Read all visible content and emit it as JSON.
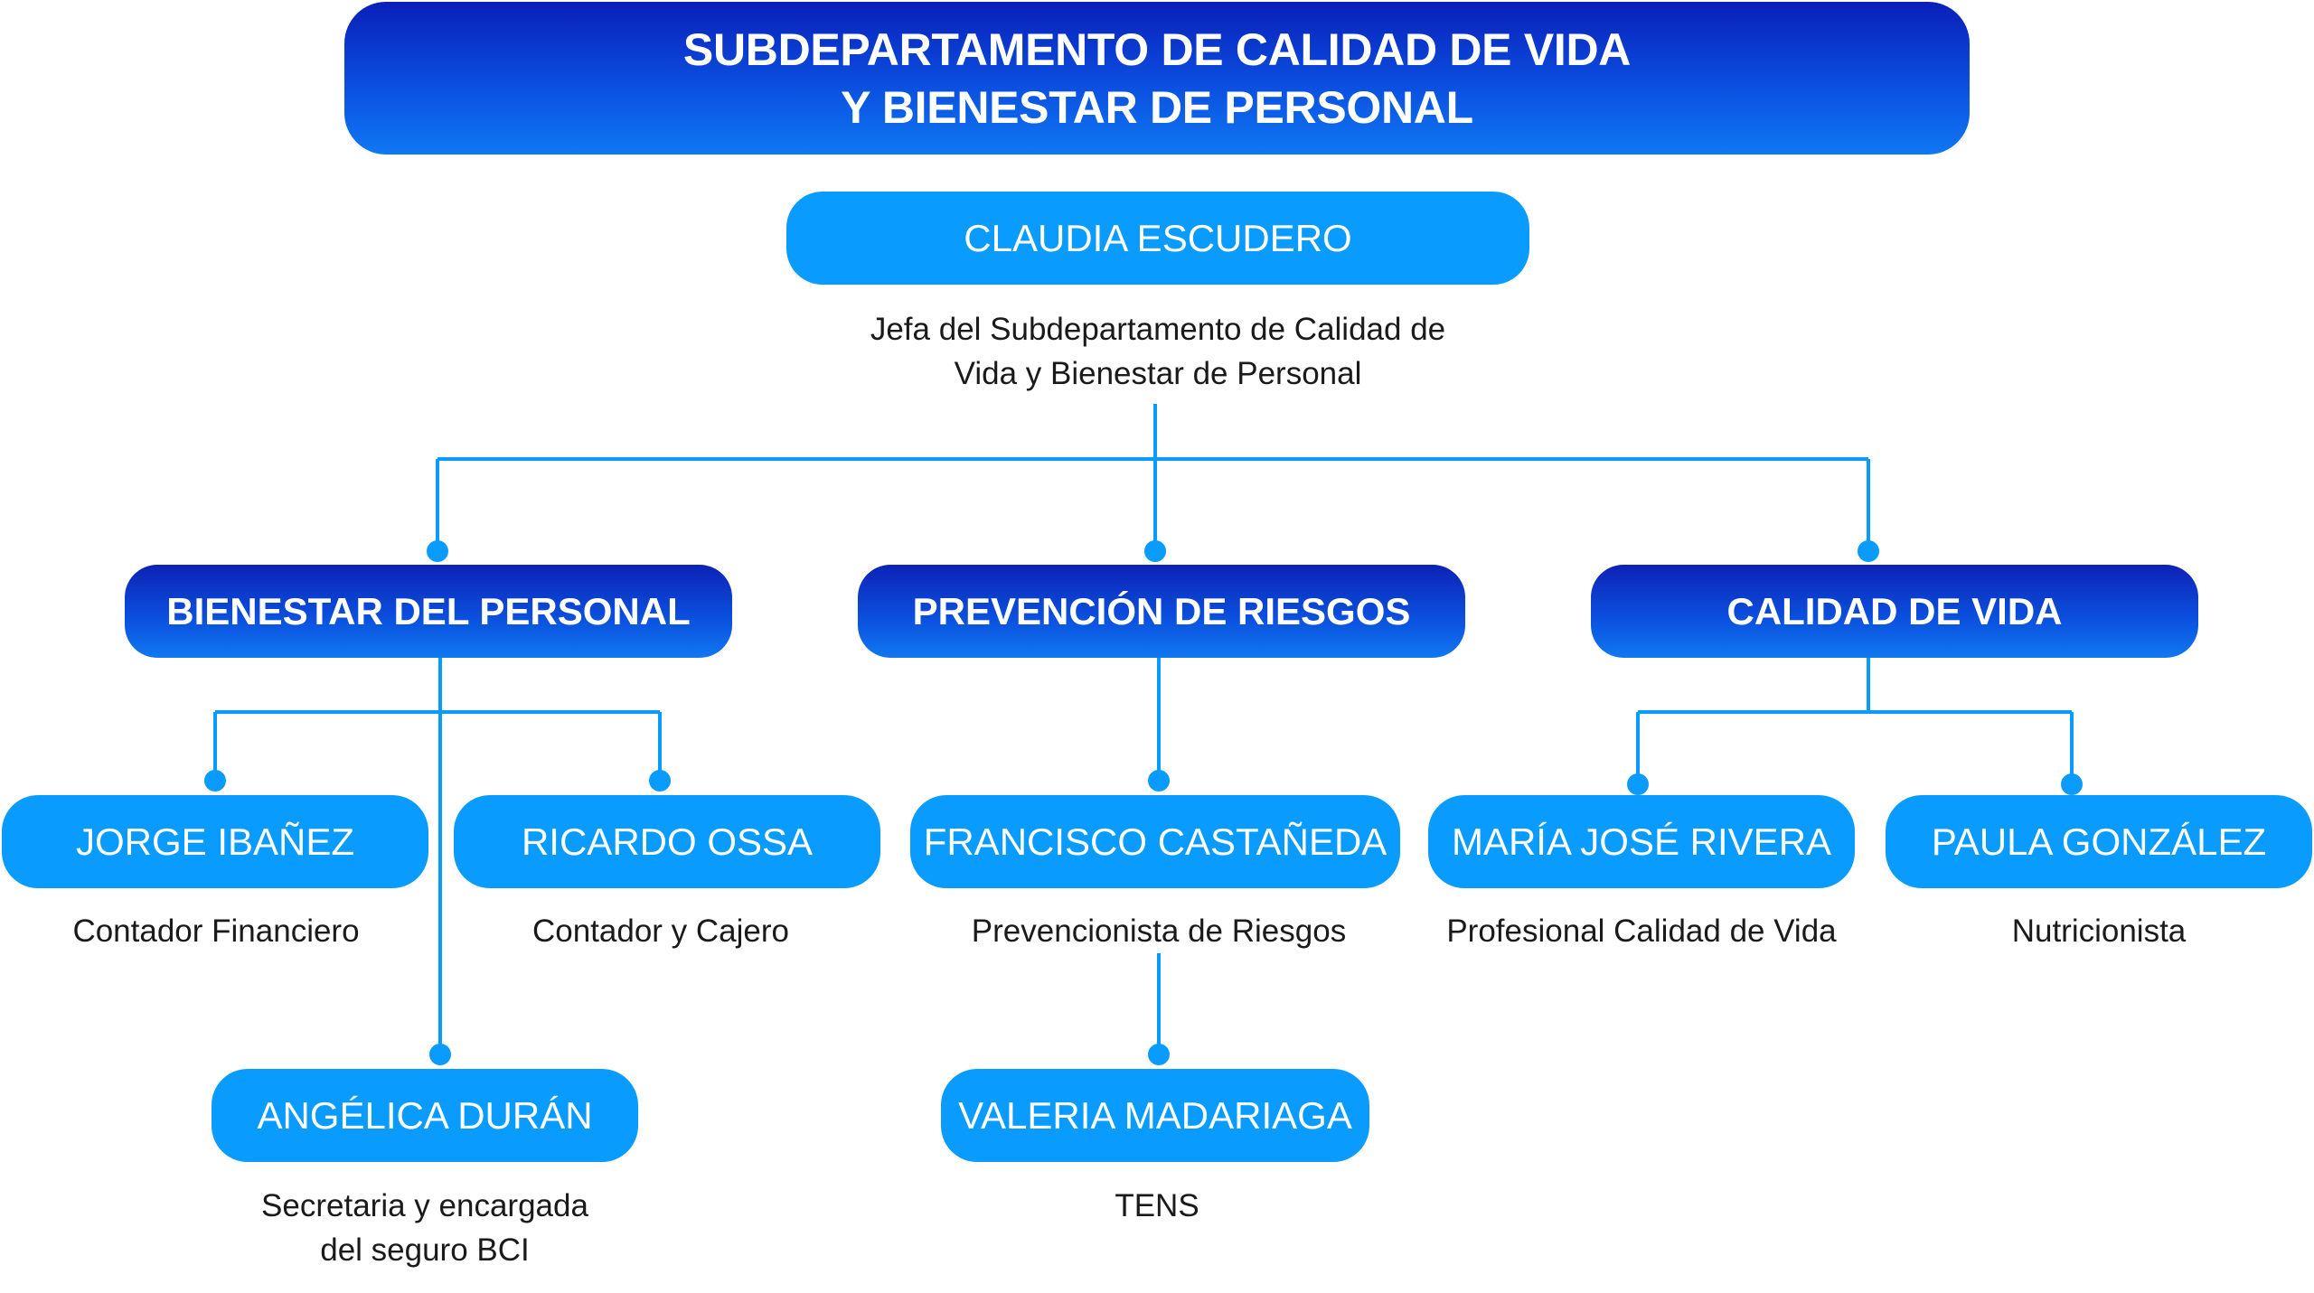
{
  "title": {
    "line1": "SUBDEPARTAMENTO DE CALIDAD DE VIDA",
    "line2": "Y BIENESTAR DE PERSONAL"
  },
  "head": {
    "name": "CLAUDIA ESCUDERO",
    "role_line1": "Jefa del Subdepartamento de Calidad de",
    "role_line2": "Vida y Bienestar de Personal"
  },
  "departments": [
    {
      "name": "BIENESTAR DEL PERSONAL"
    },
    {
      "name": "PREVENCIÓN DE RIESGOS"
    },
    {
      "name": "CALIDAD DE VIDA"
    }
  ],
  "people": {
    "jorge": {
      "name": "JORGE IBAÑEZ",
      "role": "Contador Financiero"
    },
    "ricardo": {
      "name": "RICARDO OSSA",
      "role": "Contador y Cajero"
    },
    "angelica": {
      "name": "ANGÉLICA DURÁN",
      "role_line1": "Secretaria y encargada",
      "role_line2": "del seguro BCI"
    },
    "francisco": {
      "name": "FRANCISCO CASTAÑEDA",
      "role": "Prevencionista de Riesgos"
    },
    "valeria": {
      "name": "VALERIA MADARIAGA",
      "role": "TENS"
    },
    "maria": {
      "name": "MARÍA JOSÉ RIVERA",
      "role": "Profesional Calidad de Vida"
    },
    "paula": {
      "name": "PAULA GONZÁLEZ",
      "role": "Nutricionista"
    }
  },
  "colors": {
    "connector": "#0a9bff",
    "person_box": "#0a9bff",
    "dept_box_top": "#0c22b6",
    "dept_box_bottom": "#1178ef"
  }
}
